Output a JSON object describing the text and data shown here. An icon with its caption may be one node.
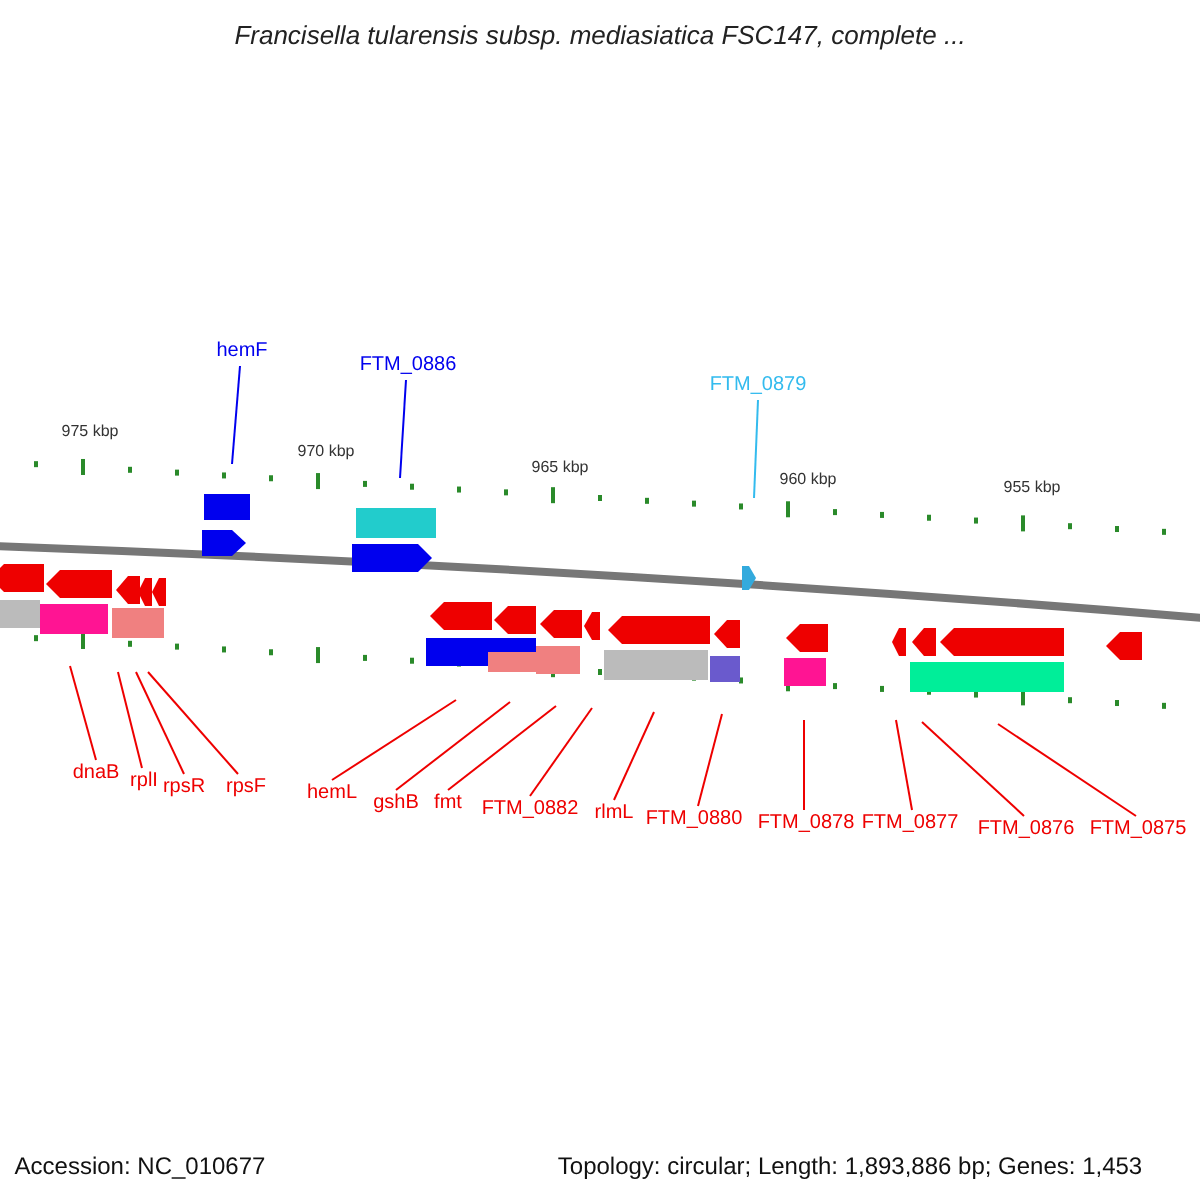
{
  "diagram": {
    "title": "Francisella tularensis subsp. mediasiatica FSC147, complete ...",
    "nodes": [
      {
        "text": [
          "hemF"
        ]
      },
      {
        "text": [
          "FTM_0886"
        ]
      },
      {
        "text": [
          "FTM_0879"
        ]
      },
      {
        "text": [
          "dnaB"
        ]
      },
      {
        "text": [
          "rplI"
        ]
      },
      {
        "text": [
          "rpsR"
        ]
      },
      {
        "text": [
          "rpsF"
        ]
      },
      {
        "text": [
          "hemL"
        ]
      },
      {
        "text": [
          "gshB"
        ]
      },
      {
        "text": [
          "fmt"
        ]
      },
      {
        "text": [
          "FTM_0882"
        ]
      },
      {
        "text": [
          "rlmL"
        ]
      },
      {
        "text": [
          "FTM_0880"
        ]
      },
      {
        "text": [
          "FTM_0878"
        ]
      },
      {
        "text": [
          "FTM_0877"
        ]
      },
      {
        "text": [
          "FTM_0876"
        ]
      },
      {
        "text": [
          "FTM_0875"
        ]
      }
    ],
    "edges": [
      {
        "from": 0,
        "to": null,
        "arrow": "none",
        "color": "#0000ee"
      },
      {
        "from": 1,
        "to": null,
        "arrow": "none",
        "color": "#0000ee"
      },
      {
        "from": 2,
        "to": null,
        "arrow": "none",
        "color": "#33bbee"
      },
      {
        "from": 3,
        "to": null,
        "arrow": "none"
      },
      {
        "from": 4,
        "to": null,
        "arrow": "none"
      },
      {
        "from": 5,
        "to": null,
        "arrow": "none"
      },
      {
        "from": 6,
        "to": null,
        "arrow": "none"
      },
      {
        "from": 7,
        "to": null,
        "arrow": "none"
      },
      {
        "from": 8,
        "to": null,
        "arrow": "none"
      },
      {
        "from": 9,
        "to": null,
        "arrow": "none"
      },
      {
        "from": 10,
        "to": null,
        "arrow": "none"
      },
      {
        "from": 11,
        "to": null,
        "arrow": "none"
      },
      {
        "from": 12,
        "to": null,
        "arrow": "none"
      },
      {
        "from": 13,
        "to": null,
        "arrow": "none"
      },
      {
        "from": 14,
        "to": null,
        "arrow": "none"
      },
      {
        "from": 15,
        "to": null,
        "arrow": "none"
      },
      {
        "from": 16,
        "to": null,
        "arrow": "none"
      }
    ],
    "labels": [
      "975 kbp",
      "970 kbp",
      "965 kbp",
      "960 kbp",
      "955 kbp",
      "Accession: NC_010677",
      "Topology: circular; Length: 1,893,886 bp; Genes: 1,453"
    ]
  }
}
